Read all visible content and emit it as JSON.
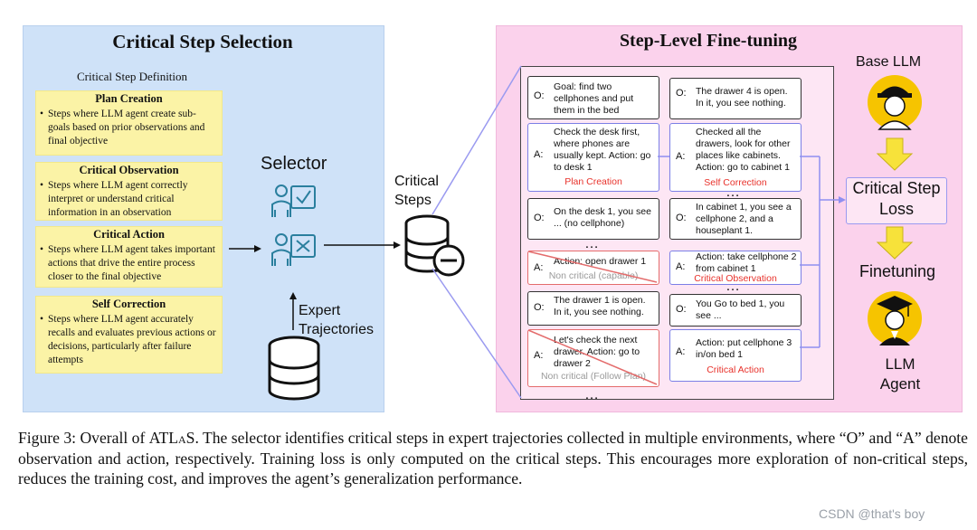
{
  "left": {
    "title": "Critical Step Selection",
    "definition_title": "Critical Step Definition",
    "boxes": [
      {
        "title": "Plan Creation",
        "desc": "Steps where LLM agent create sub-goals based on prior observations and final objective"
      },
      {
        "title": "Critical Observation",
        "desc": "Steps where LLM agent correctly interpret or understand critical information in an observation"
      },
      {
        "title": "Critical Action",
        "desc": "Steps where LLM agent takes important actions that drive the entire process closer to the final objective"
      },
      {
        "title": "Self Correction",
        "desc": "Steps where LLM agent accurately recalls and evaluates previous actions or decisions, particularly after failure attempts"
      }
    ],
    "selector_label": "Selector",
    "expert_label_1": "Expert",
    "expert_label_2": "Trajectories"
  },
  "middle": {
    "critical_label_1": "Critical",
    "critical_label_2": "Steps"
  },
  "right": {
    "title": "Step-Level Fine-tuning",
    "dots": "…",
    "left_col": [
      {
        "prefix": "O:",
        "text": "Goal: find two cellphones and put them in the bed",
        "tag": ""
      },
      {
        "prefix": "A:",
        "text": "Check the desk first, where phones are usually kept. Action: go to desk 1",
        "tag": "Plan Creation"
      },
      {
        "prefix": "O:",
        "text": "On the desk 1, you see ... (no cellphone)",
        "tag": ""
      },
      {
        "prefix": "A:",
        "text": "Action: open drawer 1",
        "tag": "Non critical (capable)"
      },
      {
        "prefix": "O:",
        "text": "The drawer 1 is open. In it, you see nothing.",
        "tag": ""
      },
      {
        "prefix": "A:",
        "text": "Let's check the next drawer. Action: go to drawer 2",
        "tag": "Non critical (Follow Plan)"
      }
    ],
    "right_col": [
      {
        "prefix": "O:",
        "text": "The drawer 4 is open. In it, you see nothing.",
        "tag": ""
      },
      {
        "prefix": "A:",
        "text": "Checked all the drawers, look for other places like cabinets. Action: go to cabinet 1",
        "tag": "Self Correction"
      },
      {
        "prefix": "O:",
        "text": "In cabinet 1, you see a cellphone 2, and a houseplant 1.",
        "tag": ""
      },
      {
        "prefix": "A:",
        "text": "Action: take cellphone 2 from cabinet 1",
        "tag": "Critical Observation"
      },
      {
        "prefix": "O:",
        "text": "You Go to bed 1, you see ...",
        "tag": ""
      },
      {
        "prefix": "A:",
        "text": "Action: put cellphone 3 in/on bed 1",
        "tag": "Critical Action"
      }
    ],
    "base_llm_label": "Base LLM",
    "loss_label_1": "Critical Step",
    "loss_label_2": "Loss",
    "finetuning_label": "Finetuning",
    "agent_label_1": "LLM",
    "agent_label_2": "Agent"
  },
  "caption": {
    "prefix": "Figure 3: Overall of ",
    "name": "ATLaS",
    "rest": ". The selector identifies critical steps in expert trajectories collected in multiple environments, where “O” and “A” denote observation and action, respectively. Training loss is only computed on the critical steps. This encourages more exploration of non-critical steps, reduces the training cost, and improves the agent’s generalization performance."
  },
  "watermark": "CSDN @that's boy",
  "colors": {
    "left_panel": "#cfe2f8",
    "right_panel": "#fbd2ec",
    "definition_box": "#fbf3a6",
    "critical_border": "#7b7fe6",
    "noncritical_border": "#e46c6c",
    "tag_red": "#e8322b",
    "arrow_yellow": "#f7e23a",
    "icon_teal": "#2a7f9e"
  }
}
